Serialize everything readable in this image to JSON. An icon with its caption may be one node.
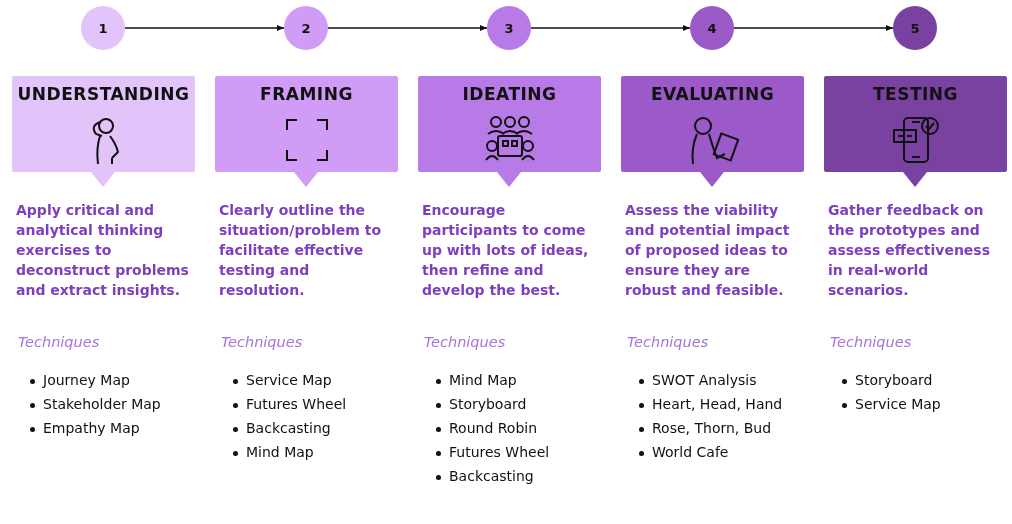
{
  "diagram": {
    "nodes": [
      {
        "text": [
          "1"
        ]
      },
      {
        "text": [
          "2"
        ]
      },
      {
        "text": [
          "3"
        ]
      },
      {
        "text": [
          "4"
        ]
      },
      {
        "text": [
          "5"
        ]
      },
      {
        "text": [
          "UNDERSTANDING"
        ],
        "beside": [
          "Apply critical and analytical thinking exercises to deconstruct problems and extract insights.",
          "Techniques",
          "Journey Map",
          "Stakeholder Map",
          "Empathy Map"
        ]
      },
      {
        "text": [
          "FRAMING"
        ],
        "beside": [
          "Clearly outline the situation/problem to facilitate effective testing and resolution.",
          "Techniques",
          "Service Map",
          "Futures Wheel",
          "Backcasting",
          "Mind Map"
        ]
      },
      {
        "text": [
          "IDEATING"
        ],
        "beside": [
          "Encourage participants to come up with lots of ideas, then refine and develop the best.",
          "Techniques",
          "Mind Map",
          "Storyboard",
          "Round Robin",
          "Futures Wheel",
          "Backcasting"
        ]
      },
      {
        "text": [
          "EVALUATING"
        ],
        "beside": [
          "Assess the viability and potential impact of proposed ideas to ensure they are robust and feasible.",
          "Techniques",
          "SWOT Analysis",
          "Heart, Head, Hand",
          "Rose, Thorn, Bud",
          "World Cafe"
        ]
      },
      {
        "text": [
          "TESTING"
        ],
        "beside": [
          "Gather feedback on the prototypes and assess effectiveness in real-world scenarios.",
          "Techniques",
          "Storyboard",
          "Service Map"
        ]
      }
    ],
    "edges": [
      {
        "from": 0,
        "to": 1,
        "arrow": "to"
      },
      {
        "from": 1,
        "to": 2,
        "arrow": "to"
      },
      {
        "from": 2,
        "to": 3,
        "arrow": "to"
      },
      {
        "from": 3,
        "to": 4,
        "arrow": "to"
      }
    ]
  }
}
